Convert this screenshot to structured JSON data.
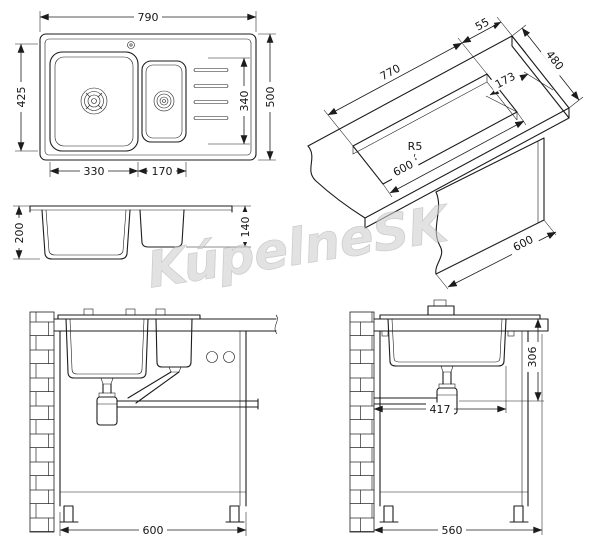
{
  "watermark": "KúpelneSK",
  "plan_view": {
    "width": "790",
    "depth": "500",
    "left_span": "425",
    "right_span": "340",
    "main_bowl_width": "330",
    "small_bowl_width": "170"
  },
  "iso_view": {
    "back_offset": "55",
    "counter_depth": "480",
    "cutout_length": "770",
    "side_gap": "173",
    "corner_radius": "R5",
    "cutout_width": "600",
    "base_width": "600"
  },
  "section_view": {
    "main_bowl_depth": "200",
    "small_bowl_depth": "140"
  },
  "install_front_view": {
    "cabinet_width": "600"
  },
  "install_side_view": {
    "outlet_height": "306",
    "outlet_distance": "417",
    "cabinet_depth": "560"
  }
}
